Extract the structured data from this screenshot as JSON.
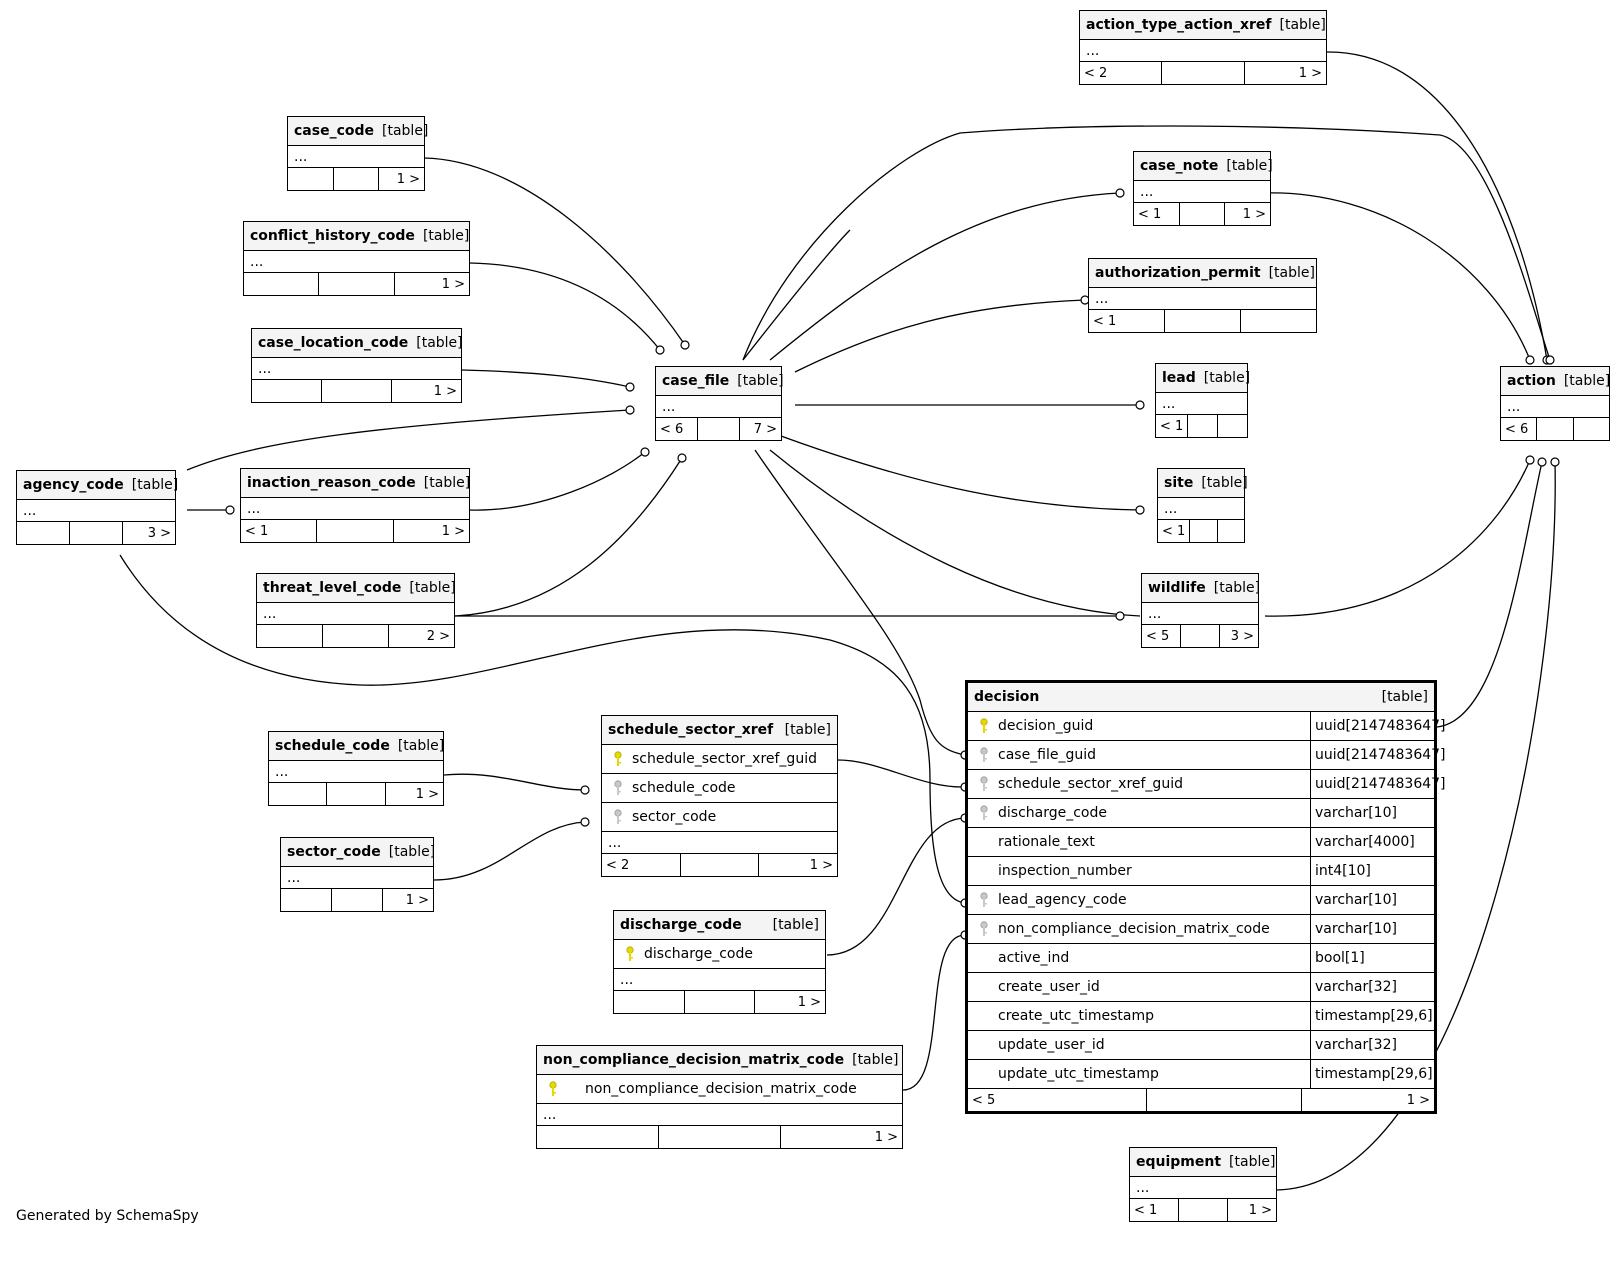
{
  "footer": {
    "generated": "Generated by SchemaSpy"
  },
  "labels": {
    "type": "[table]",
    "ellipsis": "..."
  },
  "tables": {
    "action_type_action_xref": {
      "name": "action_type_action_xref",
      "footer": [
        "< 2",
        "",
        "1 >"
      ]
    },
    "case_code": {
      "name": "case_code",
      "footer": [
        "",
        "",
        "1 >"
      ]
    },
    "case_note": {
      "name": "case_note",
      "footer": [
        "< 1",
        "",
        "1 >"
      ]
    },
    "conflict_history_code": {
      "name": "conflict_history_code",
      "footer": [
        "",
        "",
        "1 >"
      ]
    },
    "authorization_permit": {
      "name": "authorization_permit",
      "footer": [
        "< 1",
        "",
        ""
      ]
    },
    "case_location_code": {
      "name": "case_location_code",
      "footer": [
        "",
        "",
        "1 >"
      ]
    },
    "case_file": {
      "name": "case_file",
      "footer": [
        "< 6",
        "",
        "7 >"
      ]
    },
    "lead": {
      "name": "lead",
      "footer": [
        "< 1",
        "",
        ""
      ]
    },
    "action": {
      "name": "action",
      "footer": [
        "< 6",
        "",
        ""
      ]
    },
    "agency_code": {
      "name": "agency_code",
      "footer": [
        "",
        "",
        "3 >"
      ]
    },
    "inaction_reason_code": {
      "name": "inaction_reason_code",
      "footer": [
        "< 1",
        "",
        "1 >"
      ]
    },
    "site": {
      "name": "site",
      "footer": [
        "< 1",
        "",
        ""
      ]
    },
    "threat_level_code": {
      "name": "threat_level_code",
      "footer": [
        "",
        "",
        "2 >"
      ]
    },
    "wildlife": {
      "name": "wildlife",
      "footer": [
        "< 5",
        "",
        "3 >"
      ]
    },
    "schedule_code": {
      "name": "schedule_code",
      "footer": [
        "",
        "",
        "1 >"
      ]
    },
    "sector_code": {
      "name": "sector_code",
      "footer": [
        "",
        "",
        "1 >"
      ]
    },
    "equipment": {
      "name": "equipment",
      "footer": [
        "< 1",
        "",
        "1 >"
      ]
    },
    "schedule_sector_xref": {
      "name": "schedule_sector_xref",
      "columns": [
        {
          "name": "schedule_sector_xref_guid",
          "key": "primary"
        },
        {
          "name": "schedule_code",
          "key": "foreign"
        },
        {
          "name": "sector_code",
          "key": "foreign"
        }
      ],
      "footer": [
        "< 2",
        "",
        "1 >"
      ]
    },
    "discharge_code": {
      "name": "discharge_code",
      "columns": [
        {
          "name": "discharge_code",
          "key": "primary"
        }
      ],
      "footer": [
        "",
        "",
        "1 >"
      ]
    },
    "non_compliance_decision_matrix_code": {
      "name": "non_compliance_decision_matrix_code",
      "columns": [
        {
          "name": "non_compliance_decision_matrix_code",
          "key": "primary"
        }
      ],
      "footer": [
        "",
        "",
        "1 >"
      ]
    },
    "decision": {
      "name": "decision",
      "columns": [
        {
          "name": "decision_guid",
          "type": "uuid[2147483647]",
          "key": "primary"
        },
        {
          "name": "case_file_guid",
          "type": "uuid[2147483647]",
          "key": "foreign"
        },
        {
          "name": "schedule_sector_xref_guid",
          "type": "uuid[2147483647]",
          "key": "foreign"
        },
        {
          "name": "discharge_code",
          "type": "varchar[10]",
          "key": "foreign"
        },
        {
          "name": "rationale_text",
          "type": "varchar[4000]",
          "key": "none"
        },
        {
          "name": "inspection_number",
          "type": "int4[10]",
          "key": "none"
        },
        {
          "name": "lead_agency_code",
          "type": "varchar[10]",
          "key": "foreign"
        },
        {
          "name": "non_compliance_decision_matrix_code",
          "type": "varchar[10]",
          "key": "foreign"
        },
        {
          "name": "active_ind",
          "type": "bool[1]",
          "key": "none"
        },
        {
          "name": "create_user_id",
          "type": "varchar[32]",
          "key": "none"
        },
        {
          "name": "create_utc_timestamp",
          "type": "timestamp[29,6]",
          "key": "none"
        },
        {
          "name": "update_user_id",
          "type": "varchar[32]",
          "key": "none"
        },
        {
          "name": "update_utc_timestamp",
          "type": "timestamp[29,6]",
          "key": "none"
        }
      ],
      "footer": [
        "< 5",
        "",
        "1 >"
      ]
    }
  },
  "colors": {
    "primary_key": "#e6d800",
    "foreign_key": "#a8a8a8",
    "header_bg": "#f4f4f4"
  }
}
